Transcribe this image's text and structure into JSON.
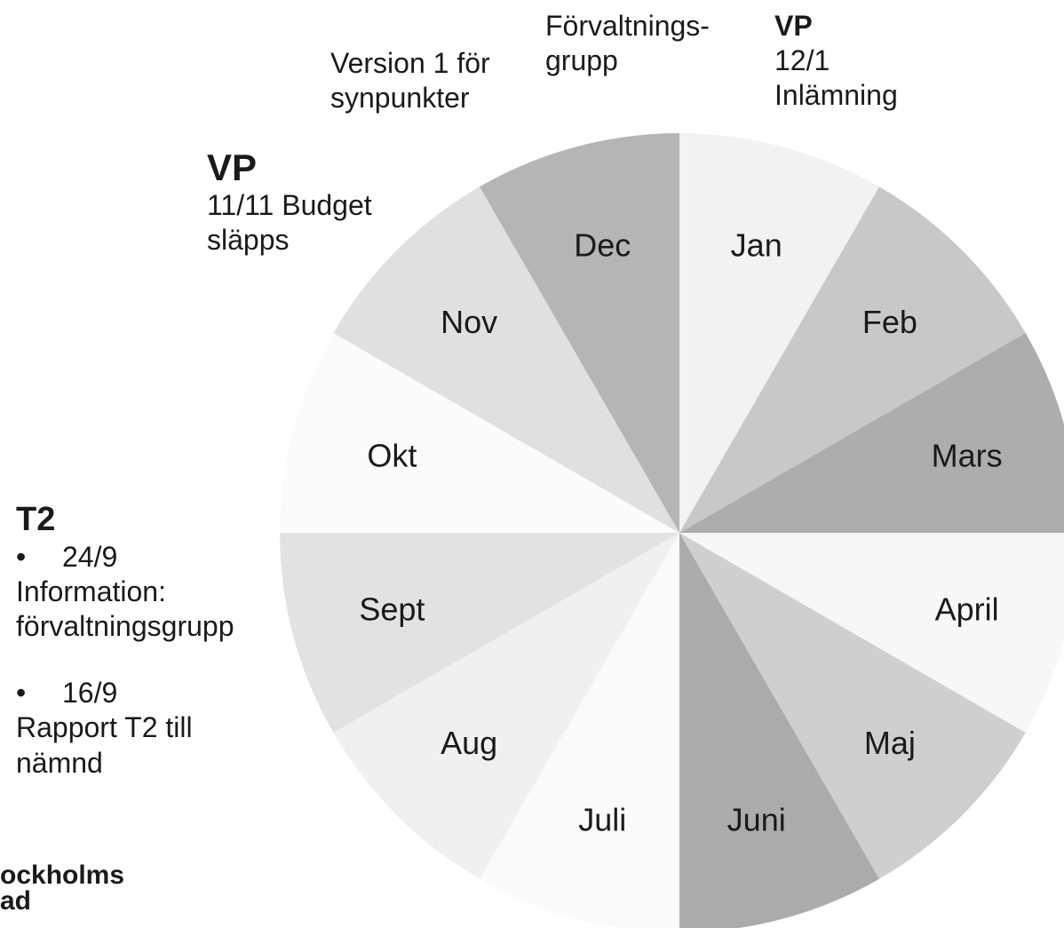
{
  "wheel": {
    "months": [
      "Jan",
      "Feb",
      "Mars",
      "April",
      "Maj",
      "Juni",
      "Juli",
      "Aug",
      "Sept",
      "Okt",
      "Nov",
      "Dec"
    ],
    "colors": [
      "#f2f2f2",
      "#c8c8c8",
      "#adadad",
      "#f7f7f7",
      "#cfcfcf",
      "#ababab",
      "#fafafa",
      "#f0f0f0",
      "#e2e2e2",
      "#fbfbfb",
      "#e0e0e0",
      "#b5b5b5"
    ]
  },
  "notes": {
    "version": {
      "line1": "Version 1 för",
      "line2": "synpunkter"
    },
    "forvaltning": {
      "line1": "Förvaltnings-",
      "line2": "grupp"
    },
    "vp_jan": {
      "title": "VP",
      "line1": "12/1",
      "line2": "Inlämning"
    },
    "vp_nov": {
      "title": "VP",
      "line1": "11/11 Budget",
      "line2": "släpps"
    },
    "t2": {
      "title": "T2",
      "bullet1_date": "24/9",
      "bullet1_line1": "Information:",
      "bullet1_line2": "förvaltningsgrupp",
      "bullet2_date": "16/9",
      "bullet2_line1": "Rapport T2 till",
      "bullet2_line2": "nämnd",
      "bullet_symbol": "•"
    }
  },
  "logo": {
    "line1": "ockholms",
    "line2": "ad"
  }
}
